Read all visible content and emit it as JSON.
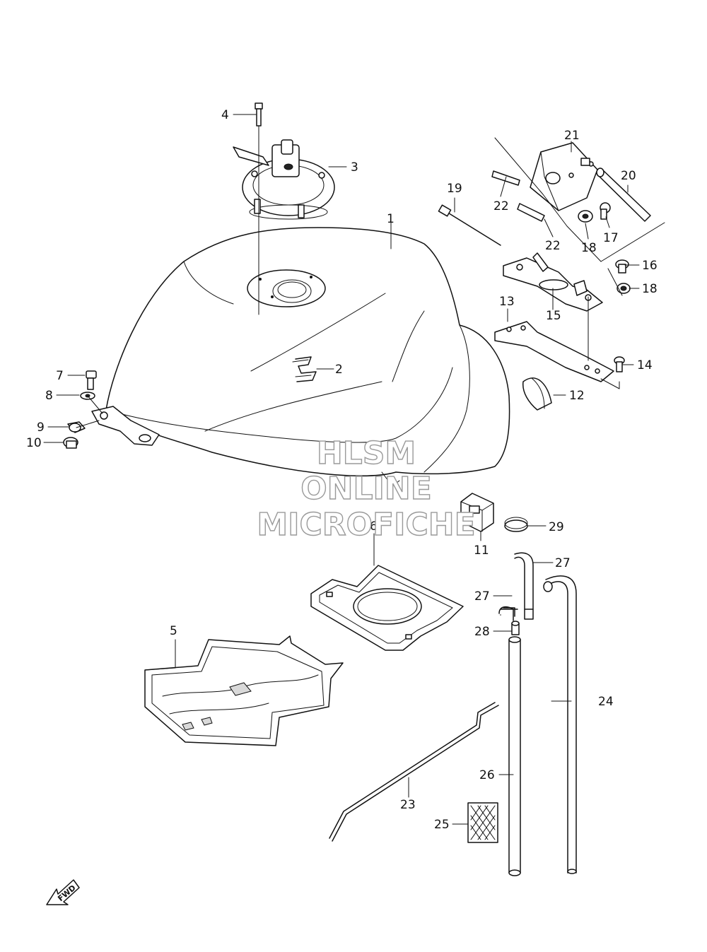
{
  "diagram": {
    "parts": [
      {
        "no": "1",
        "name": "fuel-tank"
      },
      {
        "no": "2",
        "name": "emblem"
      },
      {
        "no": "3",
        "name": "fuel-cap"
      },
      {
        "no": "4",
        "name": "cap-bolt"
      },
      {
        "no": "5",
        "name": "lower-tank-protector"
      },
      {
        "no": "6",
        "name": "upper-tank-protector"
      },
      {
        "no": "7",
        "name": "bolt"
      },
      {
        "no": "8",
        "name": "washer"
      },
      {
        "no": "9",
        "name": "cushion"
      },
      {
        "no": "10",
        "name": "collar"
      },
      {
        "no": "11",
        "name": "tank-cushion"
      },
      {
        "no": "12",
        "name": "rear-cushion"
      },
      {
        "no": "13",
        "name": "tank-bracket"
      },
      {
        "no": "14",
        "name": "bracket-bolt"
      },
      {
        "no": "15",
        "name": "hinge-bracket"
      },
      {
        "no": "16",
        "name": "bolt"
      },
      {
        "no": "17",
        "name": "bolt"
      },
      {
        "no": "18",
        "name": "nut"
      },
      {
        "no": "19",
        "name": "long-bolt"
      },
      {
        "no": "20",
        "name": "pivot-pin"
      },
      {
        "no": "21",
        "name": "hinge-plate"
      },
      {
        "no": "22",
        "name": "clip"
      },
      {
        "no": "23",
        "name": "prop-rod"
      },
      {
        "no": "24",
        "name": "drain-hose"
      },
      {
        "no": "25",
        "name": "mesh-pad"
      },
      {
        "no": "26",
        "name": "breather-hose"
      },
      {
        "no": "27",
        "name": "hose"
      },
      {
        "no": "28",
        "name": "joint"
      },
      {
        "no": "29",
        "name": "grommet"
      }
    ],
    "fwd_label": "FWD"
  },
  "watermark": {
    "line1": "HLSM",
    "line2": "ONLINE",
    "line3": "MICROFICHE"
  }
}
